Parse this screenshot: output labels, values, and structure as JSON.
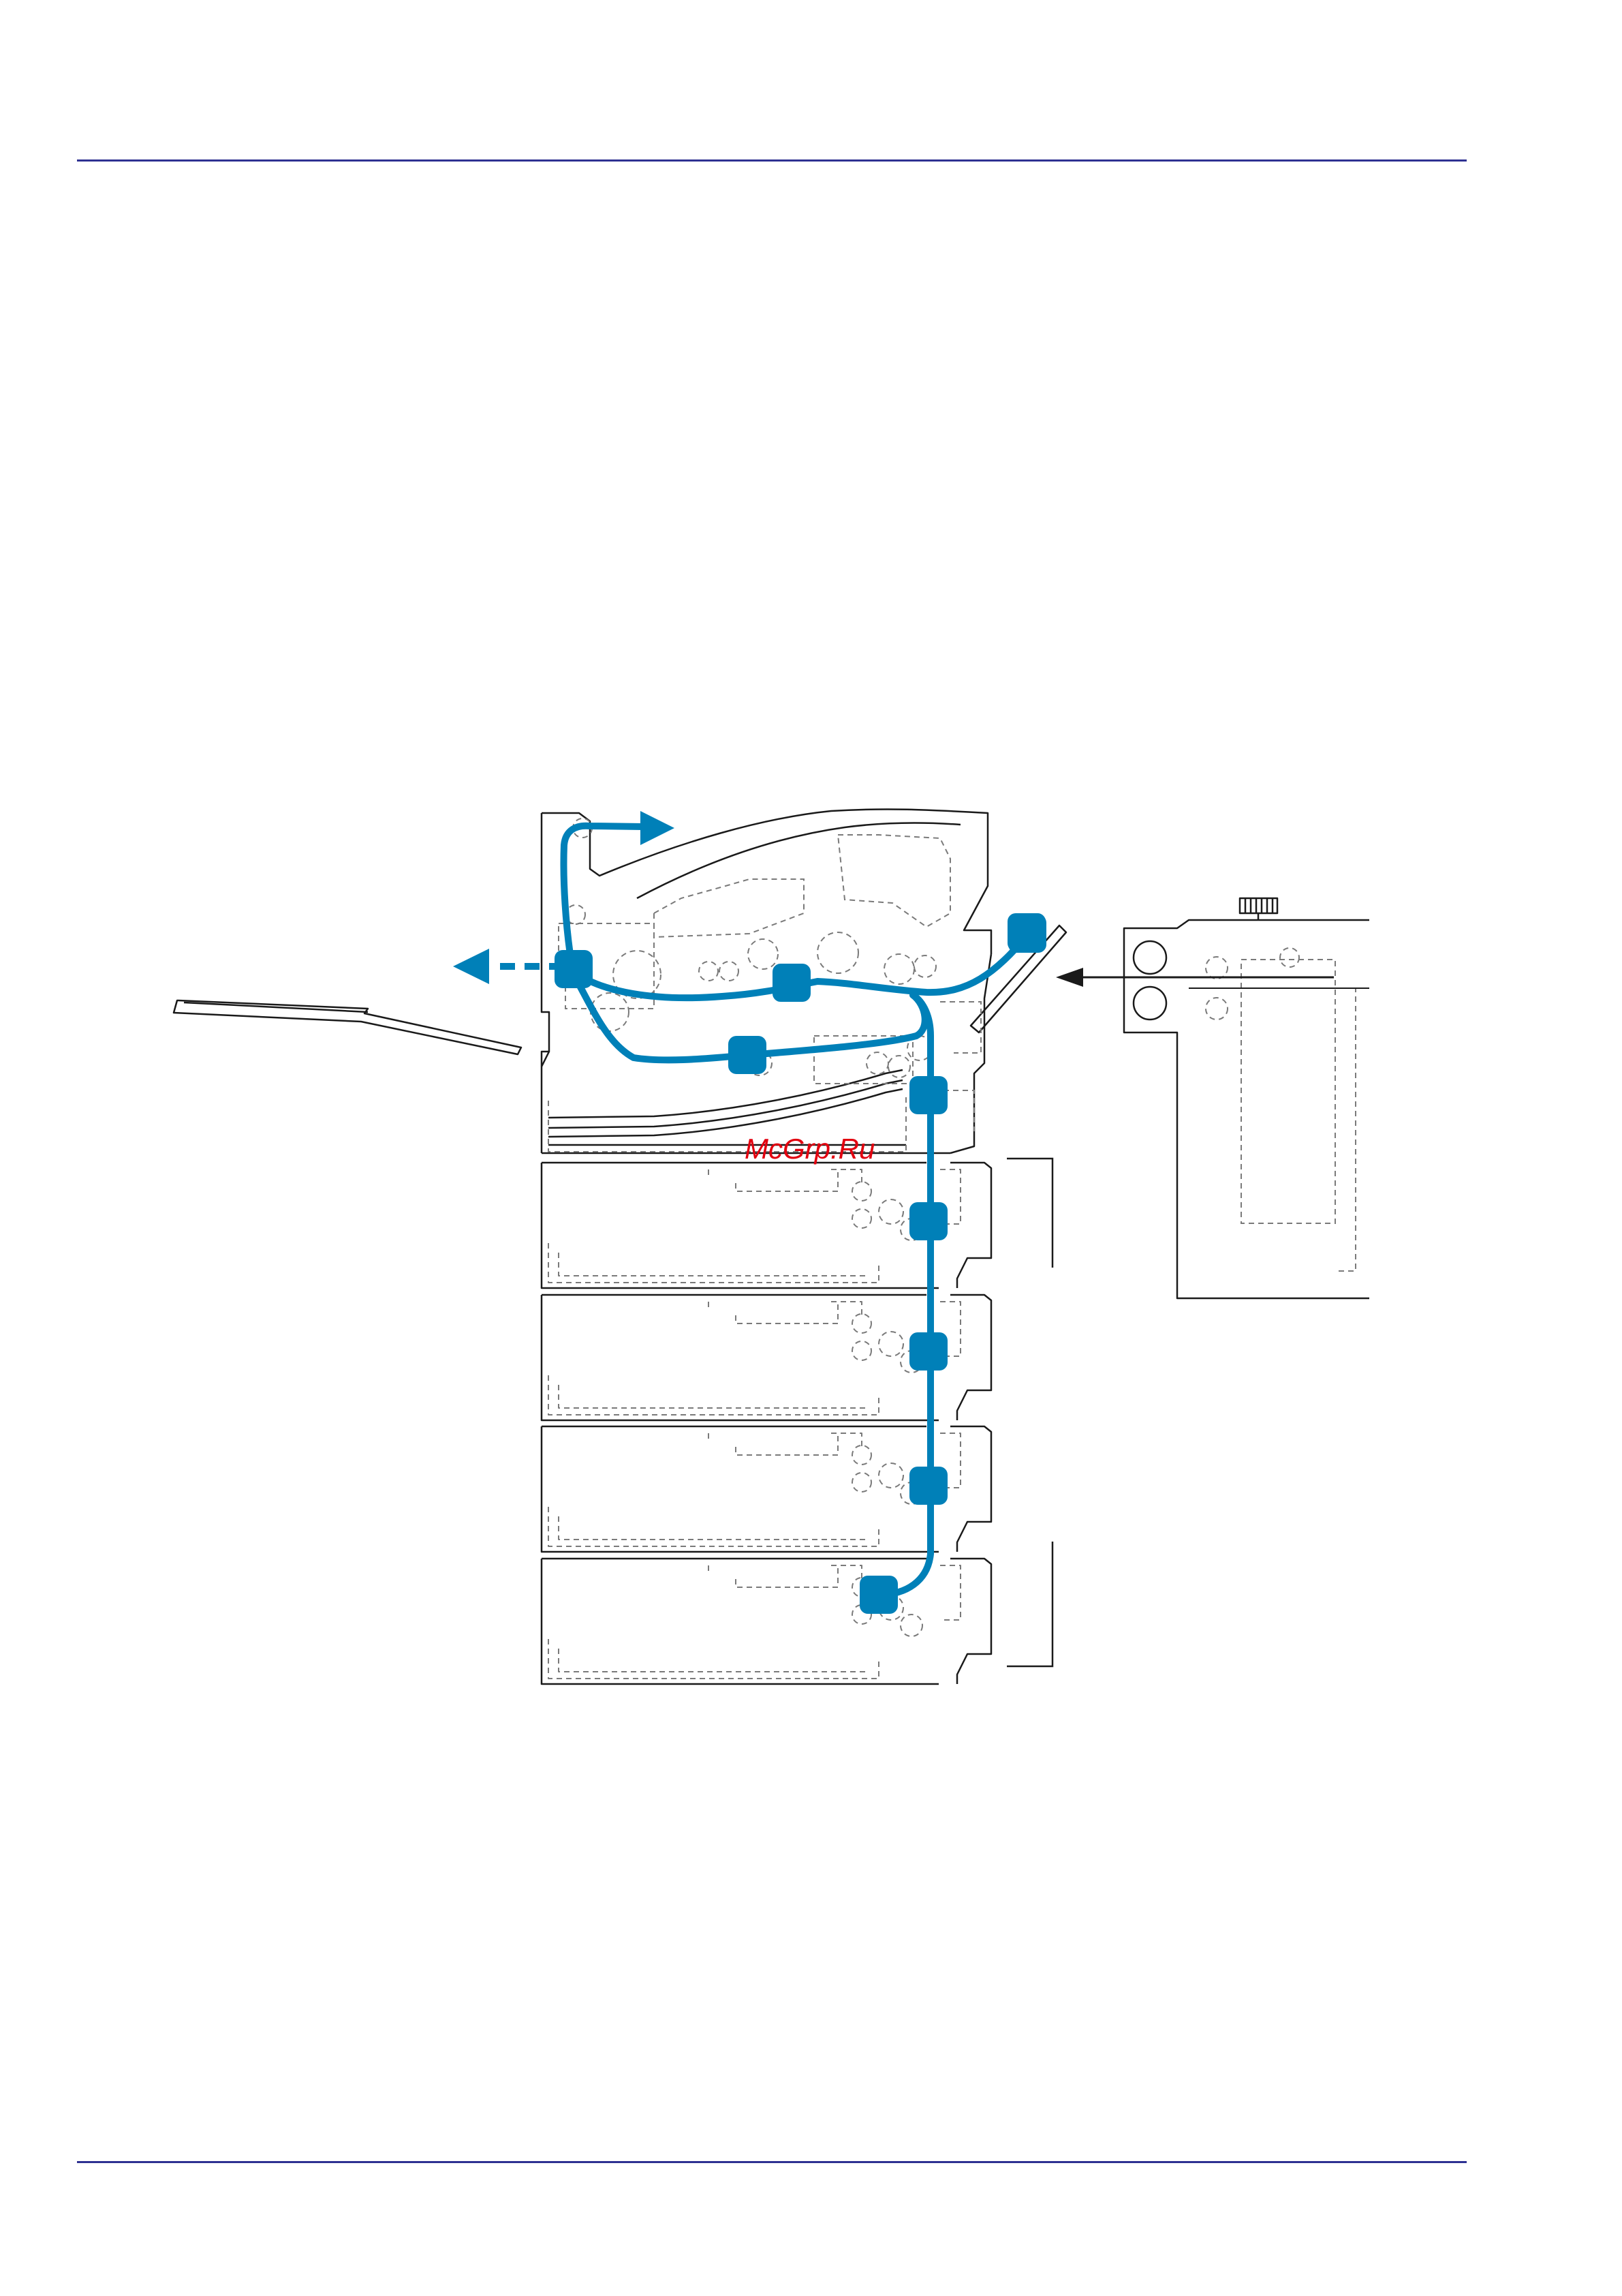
{
  "colors": {
    "rule": "#2e3192",
    "paper_path": "#0080b8",
    "outline": "#1a1a1a",
    "dashed": "#7a7a7a",
    "watermark": "#e2000f"
  },
  "watermark": "McGrp.Ru",
  "diagram": {
    "kind": "printer-paper-path",
    "feed_points_count": 10,
    "paper_feeders_count": 4
  }
}
